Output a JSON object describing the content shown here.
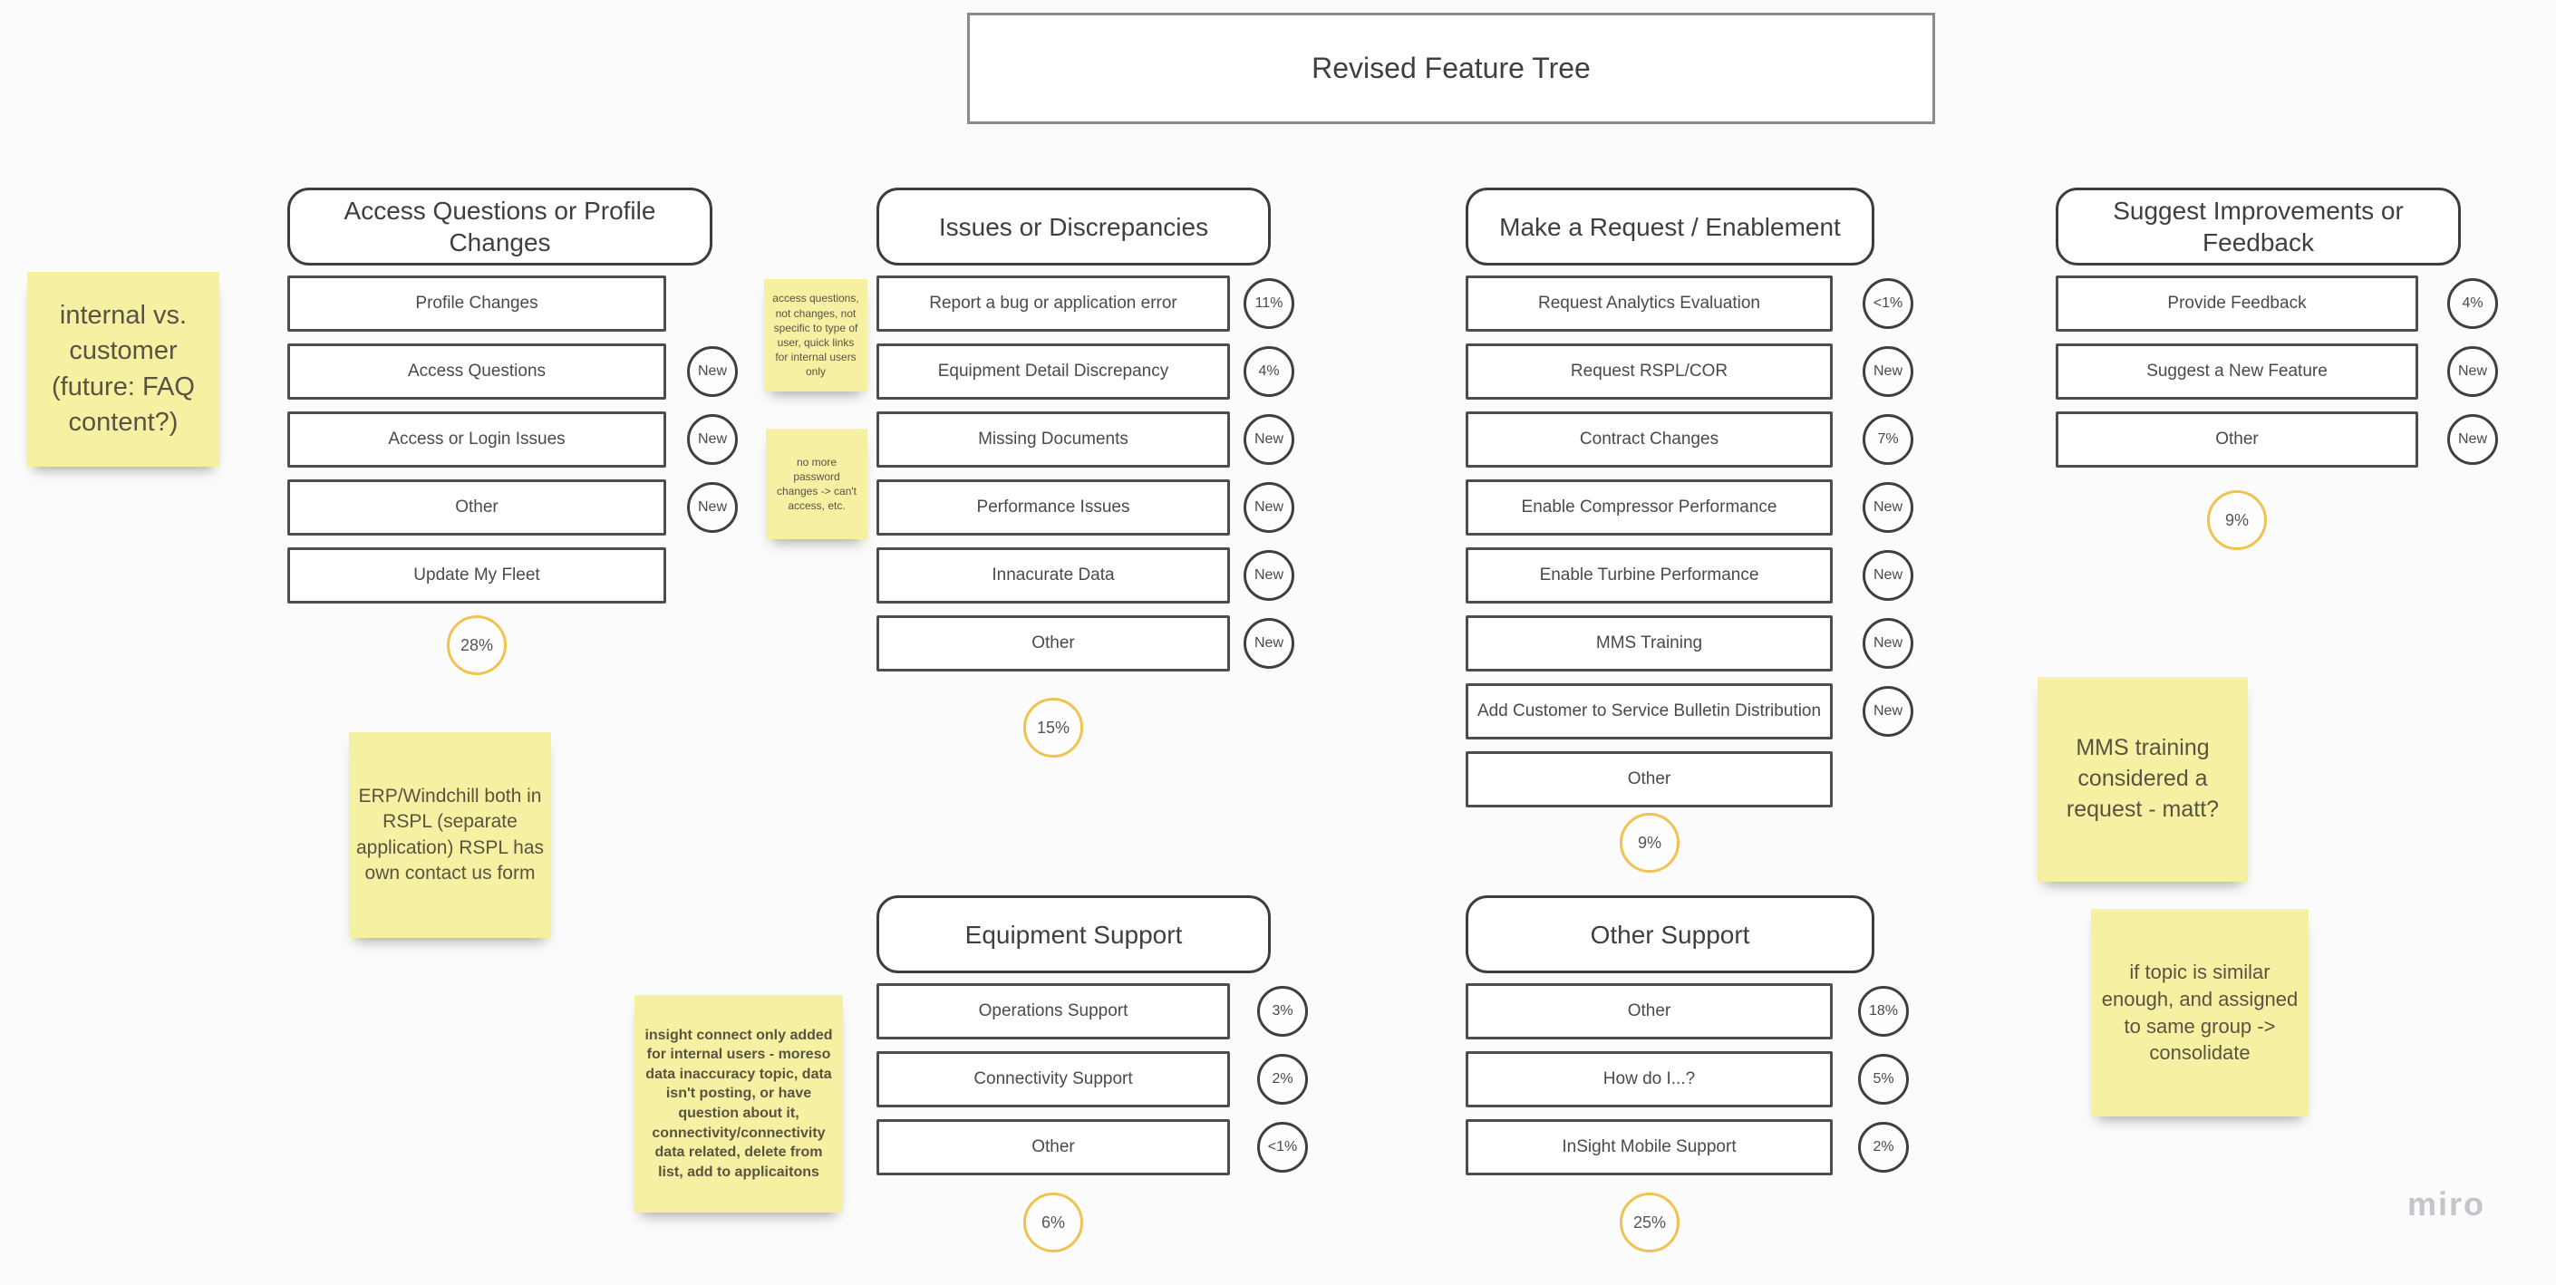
{
  "board": {
    "title": "Revised Feature Tree",
    "watermark": "miro"
  },
  "colors": {
    "background": "#fbfbfb",
    "shape_border": "#4d4d4d",
    "header_border": "#3d3d3d",
    "total_badge_border": "#f0c350",
    "sticky_fill": "#f5f0a2",
    "sticky_text": "#595442",
    "watermark_text": "#c4c4cd"
  },
  "groups": [
    {
      "id": "access",
      "header": "Access Questions or Profile Changes",
      "items": [
        {
          "label": "Profile Changes",
          "badge": ""
        },
        {
          "label": "Access Questions",
          "badge": "New"
        },
        {
          "label": "Access or Login Issues",
          "badge": "New"
        },
        {
          "label": "Other",
          "badge": "New"
        },
        {
          "label": "Update My Fleet",
          "badge": ""
        }
      ],
      "total": "28%"
    },
    {
      "id": "issues",
      "header": "Issues or Discrepancies",
      "items": [
        {
          "label": "Report a bug or application error",
          "badge": "11%"
        },
        {
          "label": "Equipment Detail Discrepancy",
          "badge": "4%"
        },
        {
          "label": "Missing Documents",
          "badge": "New"
        },
        {
          "label": "Performance Issues",
          "badge": "New"
        },
        {
          "label": "Innacurate Data",
          "badge": "New"
        },
        {
          "label": "Other",
          "badge": "New"
        }
      ],
      "total": "15%"
    },
    {
      "id": "request",
      "header": "Make a Request / Enablement",
      "items": [
        {
          "label": "Request Analytics Evaluation",
          "badge": "<1%"
        },
        {
          "label": "Request RSPL/COR",
          "badge": "New"
        },
        {
          "label": "Contract Changes",
          "badge": "7%"
        },
        {
          "label": "Enable Compressor Performance",
          "badge": "New"
        },
        {
          "label": "Enable Turbine Performance",
          "badge": "New"
        },
        {
          "label": "MMS Training",
          "badge": "New"
        },
        {
          "label": "Add Customer to Service Bulletin Distribution",
          "badge": "New"
        },
        {
          "label": "Other",
          "badge": ""
        }
      ],
      "total": "9%"
    },
    {
      "id": "feedback",
      "header": "Suggest Improvements or Feedback",
      "items": [
        {
          "label": "Provide Feedback",
          "badge": "4%"
        },
        {
          "label": "Suggest a New Feature",
          "badge": "New"
        },
        {
          "label": "Other",
          "badge": "New"
        }
      ],
      "total": "9%"
    },
    {
      "id": "equipment",
      "header": "Equipment Support",
      "items": [
        {
          "label": "Operations Support",
          "badge": "3%"
        },
        {
          "label": "Connectivity Support",
          "badge": "2%"
        },
        {
          "label": "Other",
          "badge": "<1%"
        }
      ],
      "total": "6%"
    },
    {
      "id": "othersupport",
      "header": "Other Support",
      "items": [
        {
          "label": "Other",
          "badge": "18%"
        },
        {
          "label": "How do I...?",
          "badge": "5%"
        },
        {
          "label": "InSight Mobile Support",
          "badge": "2%"
        }
      ],
      "total": "25%"
    }
  ],
  "stickies": [
    {
      "id": "internal",
      "text": "internal vs. customer (future: FAQ content?)"
    },
    {
      "id": "access-note",
      "text": "access questions, not changes, not specific to type of user, quick links for internal users only"
    },
    {
      "id": "password-note",
      "text": "no more password changes -> can't access, etc."
    },
    {
      "id": "erp",
      "text": "ERP/Windchill both in RSPL (separate application) RSPL has own contact us form"
    },
    {
      "id": "insight",
      "text": "insight connect only added for internal users - moreso data inaccuracy topic, data isn't posting, or have question about it, connectivity/connectivity data related, delete from list, add to applicaitons"
    },
    {
      "id": "mms",
      "text": "MMS training considered a request - matt?"
    },
    {
      "id": "consolidate",
      "text": "if topic is similar enough, and assigned to same group -> consolidate"
    }
  ]
}
